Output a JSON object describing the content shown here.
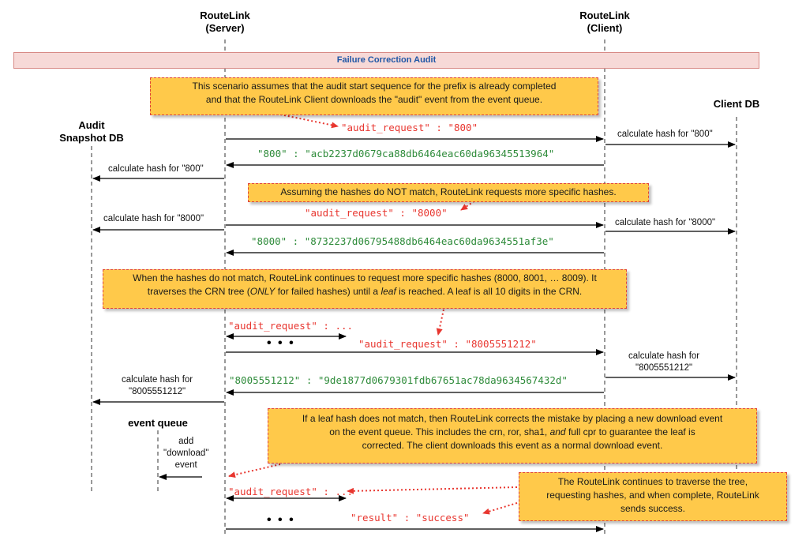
{
  "participants": {
    "server": {
      "line1": "RouteLink",
      "line2": "(Server)"
    },
    "client": {
      "line1": "RouteLink",
      "line2": "(Client)"
    },
    "client_db": "Client DB",
    "audit_db": {
      "line1": "Audit",
      "line2": "Snapshot DB"
    },
    "event_queue": "event queue"
  },
  "banner": "Failure Correction Audit",
  "notes": {
    "n1": {
      "line1": "This scenario assumes that the audit start sequence for the prefix is already completed",
      "line2": "and that the RouteLink Client downloads the \"audit\" event from the event queue."
    },
    "n2": "Assuming the hashes do NOT match, RouteLink requests more specific hashes.",
    "n3": {
      "line1": "When the hashes do not match, RouteLink continues to request more specific hashes (8000, 8001, … 8009).  It",
      "line2_a": "traverses the CRN tree (",
      "line2_only": "ONLY",
      "line2_b": " for failed hashes) until a ",
      "line2_leaf": "leaf",
      "line2_c": " is reached.  A leaf is all 10 digits in the CRN."
    },
    "n4": {
      "line1": "If a leaf hash does not match, then RouteLink corrects the mistake by placing a new download event",
      "line2": "on the event queue.  This includes the crn, ror, sha1, ",
      "line2_and": "and",
      "line2_b": " full cpr to guarantee the leaf is",
      "line3": "corrected.  The client downloads this event as a normal download event."
    },
    "n5": {
      "line1": "The RouteLink continues to traverse the tree,",
      "line2": "requesting hashes, and when complete, RouteLink",
      "line3": "sends success."
    }
  },
  "messages": {
    "m1": "\"audit_request\" : \"800\"",
    "m2": "\"800\" : \"acb2237d0679ca88db6464eac60da96345513964\"",
    "m3": "\"audit_request\" : \"8000\"",
    "m4": "\"8000\" : \"8732237d06795488db6464eac60da9634551af3e\"",
    "m5": "\"audit_request\" : ...",
    "m6": "\"audit_request\" : \"8005551212\"",
    "m7": "\"8005551212\" : \"9de1877d0679301fdb67651ac78da9634567432d\"",
    "m8": "\"audit_request\" : ...",
    "m9": "\"result\" : \"success\"",
    "dots": "• • •"
  },
  "actions": {
    "c800": "calculate hash for \"800\"",
    "s800": "calculate hash for \"800\"",
    "s8000": "calculate hash for \"8000\"",
    "c8000": "calculate hash for \"8000\"",
    "c_long": {
      "line1": "calculate hash for",
      "line2": "\"8005551212\""
    },
    "s_long": {
      "line1": "calculate hash for",
      "line2": "\"8005551212\""
    },
    "add_event": {
      "line1": "add",
      "line2": "\"download\"",
      "line3": "event"
    }
  },
  "colors": {
    "note_fill": "#ffc94a",
    "note_border": "#e0433c",
    "request": "#e8362f",
    "response": "#2e8b3a",
    "banner_text": "#1f56a6"
  }
}
